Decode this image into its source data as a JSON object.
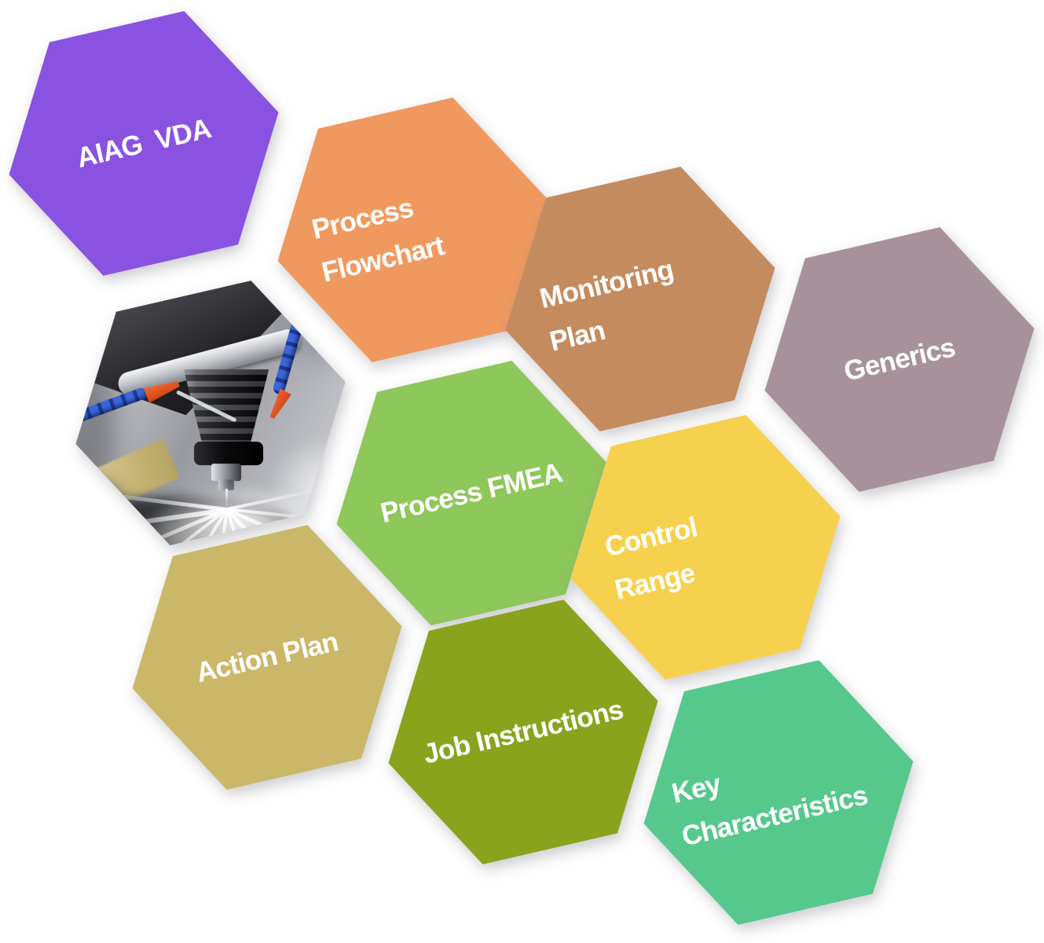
{
  "diagram": {
    "background_color": "#ffffff",
    "label_color": "#ffffff",
    "hexagons": [
      {
        "name": "aiag-vda",
        "line1": "AIAG  VDA",
        "line2": "",
        "color": "#8952e0"
      },
      {
        "name": "process-flowchart",
        "line1": "Process",
        "line2": "Flowchart",
        "color": "#f0995f"
      },
      {
        "name": "monitoring-plan",
        "line1": "Monitoring",
        "line2": "Plan",
        "color": "#c48b5e"
      },
      {
        "name": "generics",
        "line1": "Generics",
        "line2": "",
        "color": "#a7929b"
      },
      {
        "name": "process-fmea",
        "line1": "Process FMEA",
        "line2": "",
        "color": "#8ec75a"
      },
      {
        "name": "control-range",
        "line1": "Control",
        "line2": "Range",
        "color": "#f6d14e"
      },
      {
        "name": "action-plan",
        "line1": "Action Plan",
        "line2": "",
        "color": "#cbb768"
      },
      {
        "name": "job-instructions",
        "line1": "Job Instructions",
        "line2": "",
        "color": "#8aa31d"
      },
      {
        "name": "key-characteristics",
        "line1": "Key",
        "line2": "Characteristics",
        "color": "#56c88c"
      }
    ],
    "photo": {
      "alt": "CNC machining center spindle with coolant spray"
    }
  }
}
